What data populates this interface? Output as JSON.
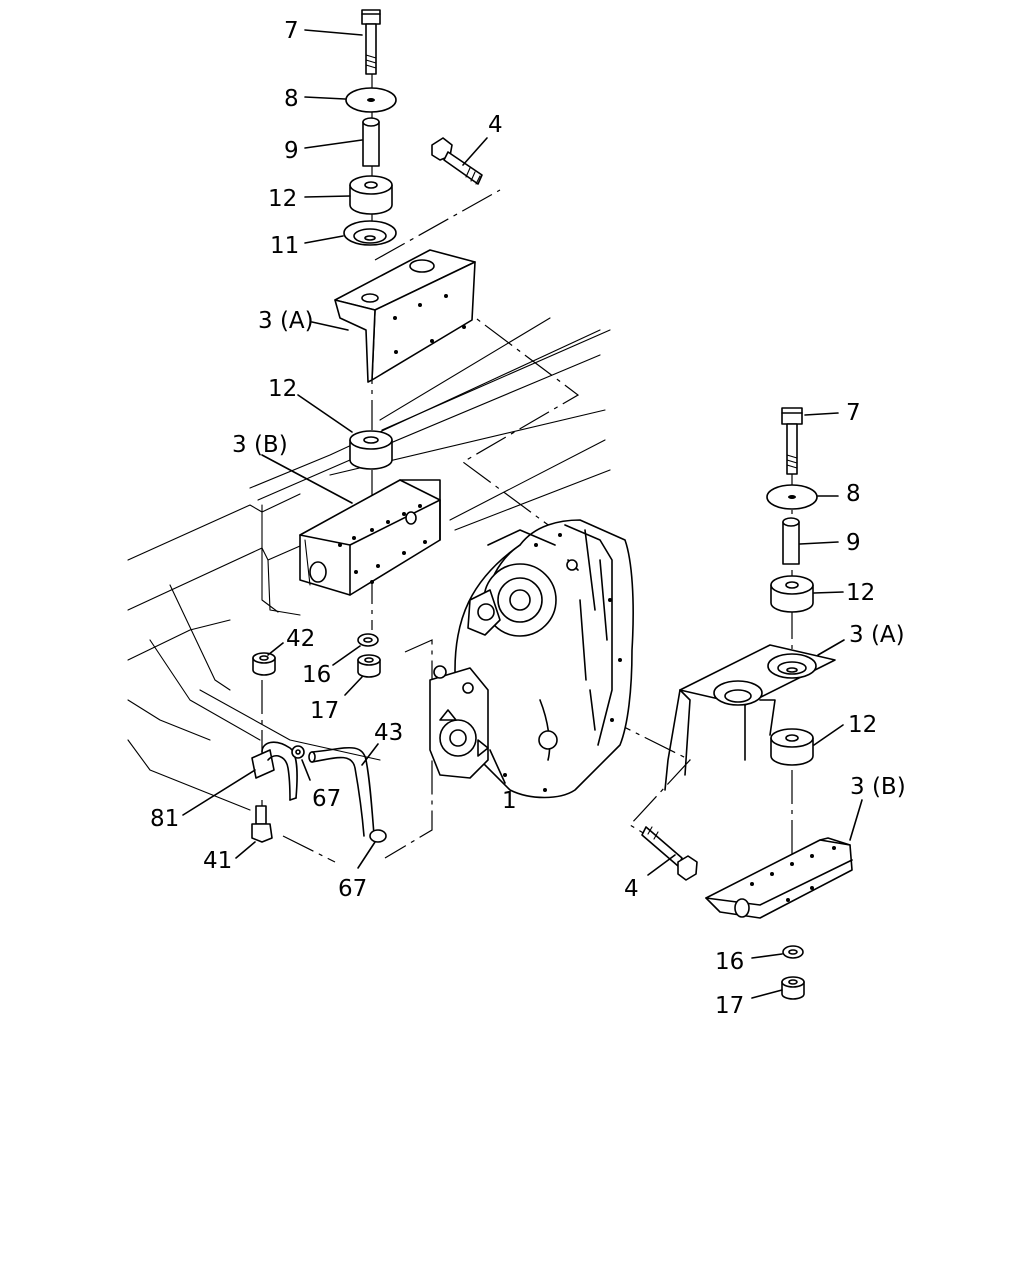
{
  "labels": [
    {
      "id": "7-top",
      "text": "7"
    },
    {
      "id": "8-top",
      "text": "8"
    },
    {
      "id": "9-top",
      "text": "9"
    },
    {
      "id": "12-top",
      "text": "12"
    },
    {
      "id": "11",
      "text": "11"
    },
    {
      "id": "4-top",
      "text": "4"
    },
    {
      "id": "3a-left",
      "text": "3 (A)"
    },
    {
      "id": "12-mid-left",
      "text": "12"
    },
    {
      "id": "3b-left",
      "text": "3 (B)"
    },
    {
      "id": "42",
      "text": "42"
    },
    {
      "id": "16-left",
      "text": "16"
    },
    {
      "id": "17-left",
      "text": "17"
    },
    {
      "id": "43",
      "text": "43"
    },
    {
      "id": "67-upper",
      "text": "67"
    },
    {
      "id": "81",
      "text": "81"
    },
    {
      "id": "41",
      "text": "41"
    },
    {
      "id": "67-lower",
      "text": "67"
    },
    {
      "id": "1",
      "text": "1"
    },
    {
      "id": "7-right",
      "text": "7"
    },
    {
      "id": "8-right",
      "text": "8"
    },
    {
      "id": "9-right",
      "text": "9"
    },
    {
      "id": "12-right-upper",
      "text": "12"
    },
    {
      "id": "3a-right",
      "text": "3 (A)"
    },
    {
      "id": "12-right-lower",
      "text": "12"
    },
    {
      "id": "3b-right",
      "text": "3 (B)"
    },
    {
      "id": "4-right",
      "text": "4"
    },
    {
      "id": "16-right",
      "text": "16"
    },
    {
      "id": "17-right",
      "text": "17"
    }
  ]
}
